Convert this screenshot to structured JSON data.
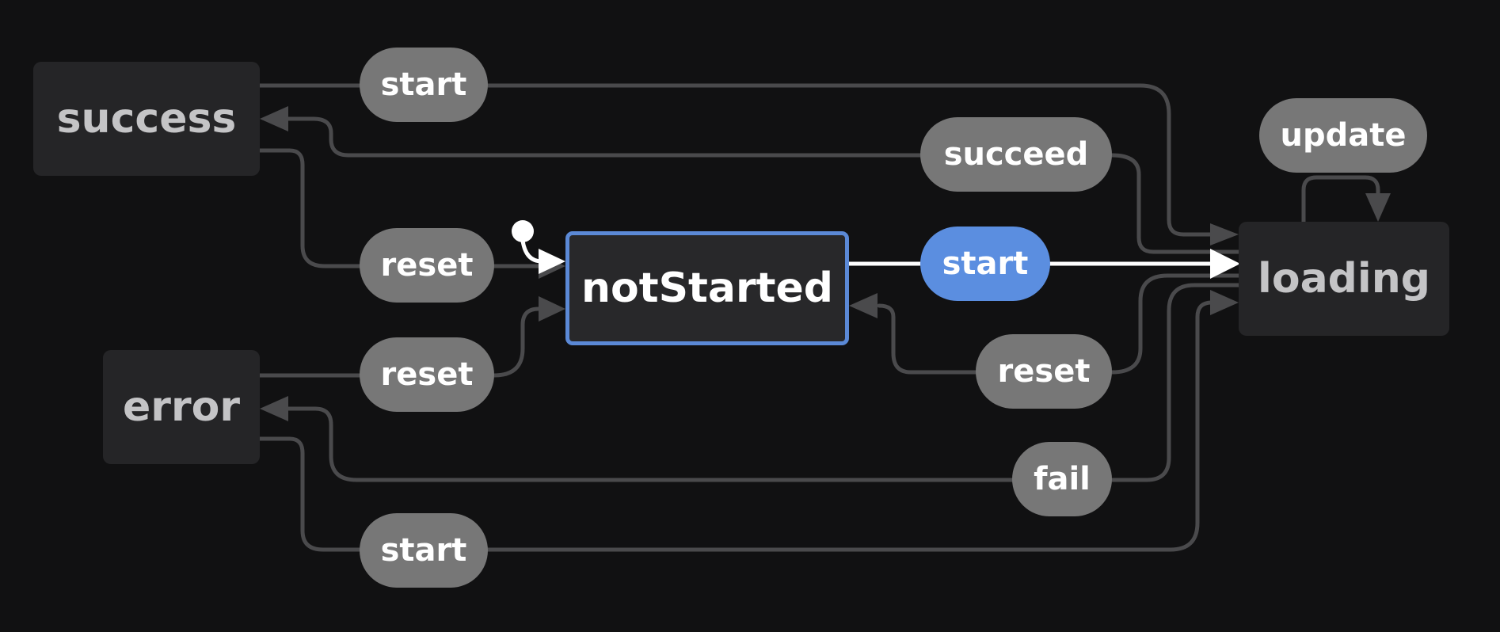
{
  "colors": {
    "background": "#111112",
    "state_fill": "#252527",
    "state_text": "#c4c4c6",
    "active_state_border": "#5b89d6",
    "event_fill": "#777777",
    "active_event_fill": "#5b8ee0",
    "edge": "#4a4a4c",
    "active_edge": "#ffffff"
  },
  "states": {
    "success": "success",
    "error": "error",
    "notStarted": "notStarted",
    "loading": "loading"
  },
  "active_state": "notStarted",
  "events": {
    "start_success_to_loading": "start",
    "succeed_loading_to_success": "succeed",
    "update_loading_self": "update",
    "reset_success_to_notstarted": "reset",
    "start_notstarted_to_loading": "start",
    "reset_error_to_notstarted": "reset",
    "reset_loading_to_notstarted": "reset",
    "fail_loading_to_error": "fail",
    "start_error_to_loading": "start"
  }
}
